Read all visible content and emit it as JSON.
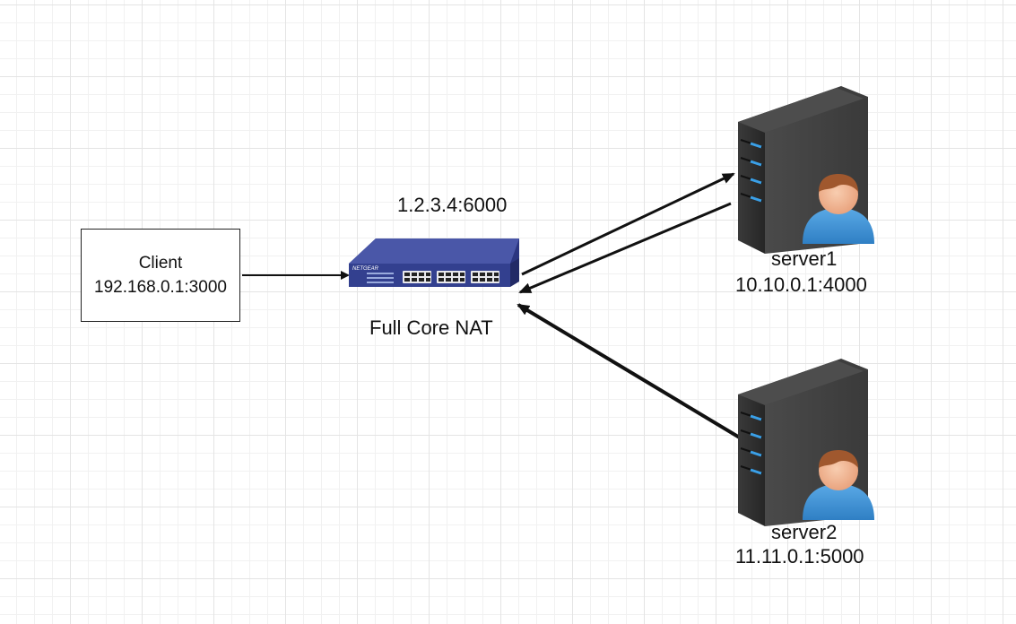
{
  "client": {
    "name": "Client",
    "address": "192.168.0.1:3000"
  },
  "nat": {
    "public_address": "1.2.3.4:6000",
    "label": "Full Core NAT",
    "device_brand": "NETGEAR"
  },
  "server1": {
    "name": "server1",
    "address": "10.10.0.1:4000"
  },
  "server2": {
    "name": "server2",
    "address": "11.11.0.1:5000"
  },
  "icons": [
    "network-switch-icon",
    "server-tower-icon",
    "user-avatar-icon"
  ],
  "colors": {
    "switch_body": "#33408f",
    "server_body": "#2f2f2f",
    "server_led": "#3aa0e8",
    "user_shirt": "#3a8fd6",
    "user_skin": "#f2b48e",
    "user_hair": "#a0582e",
    "arrow": "#111111"
  }
}
